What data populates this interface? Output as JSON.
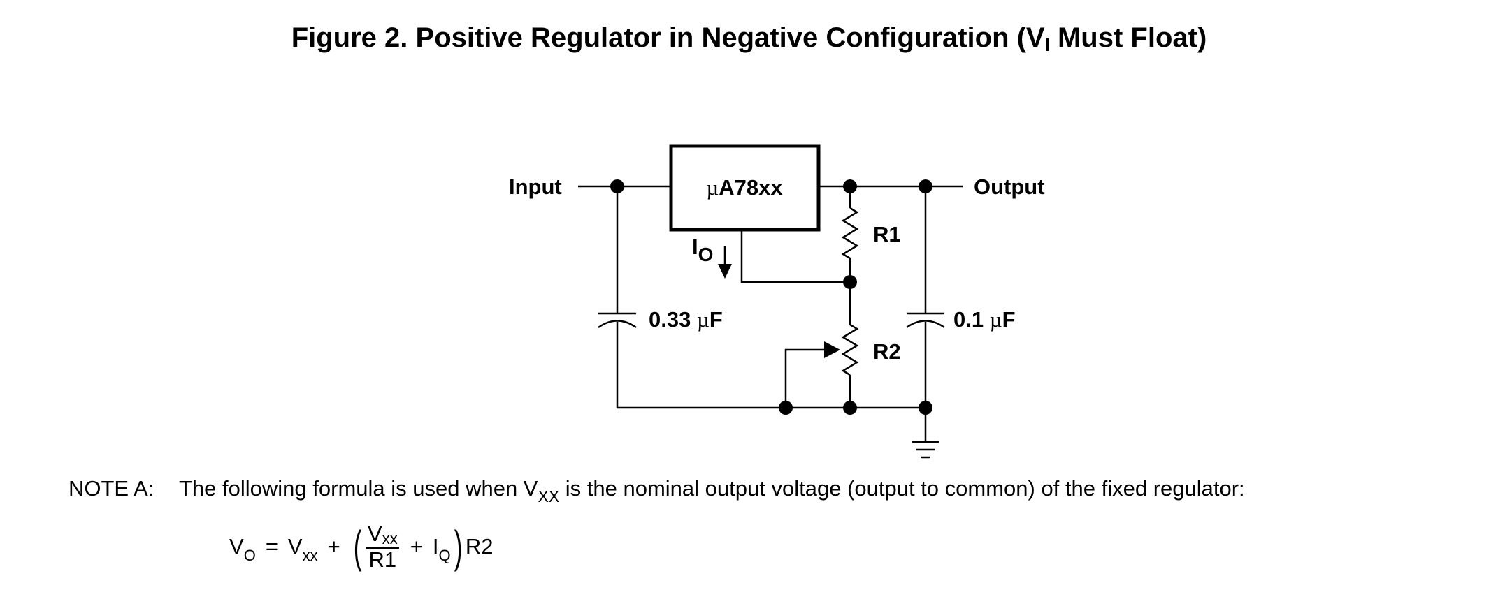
{
  "figure": {
    "title_prefix": "Figure 2. Positive Regulator in Negative Configuration (V",
    "title_sub": "I",
    "title_suffix": " Must Float)"
  },
  "schematic": {
    "input_label": "Input",
    "output_label": "Output",
    "regulator_mu": "µ",
    "regulator_name": "A78xx",
    "r1_label": "R1",
    "r2_label": "R2",
    "io_label_main": "I",
    "io_label_sub": "O",
    "cap_in_value": "0.33 ",
    "cap_in_unit_mu": "µ",
    "cap_in_unit": "F",
    "cap_out_value": "0.1 ",
    "cap_out_unit_mu": "µ",
    "cap_out_unit": "F"
  },
  "note": {
    "label": "NOTE A:",
    "text_before": "The following formula is used when V",
    "text_sub": "XX",
    "text_after": " is the nominal output voltage (output to common) of the fixed regulator:"
  },
  "formula": {
    "lhs": "V",
    "lhs_sub": "O",
    "equals": "=",
    "vxx": "V",
    "vxx_sub": "xx",
    "plus1": "+",
    "open_paren": "(",
    "frac_num": "V",
    "frac_num_sub": "xx",
    "frac_den": "R1",
    "plus2": "+",
    "iq": "I",
    "iq_sub": "Q",
    "close_paren": ")",
    "r2": "R2"
  }
}
